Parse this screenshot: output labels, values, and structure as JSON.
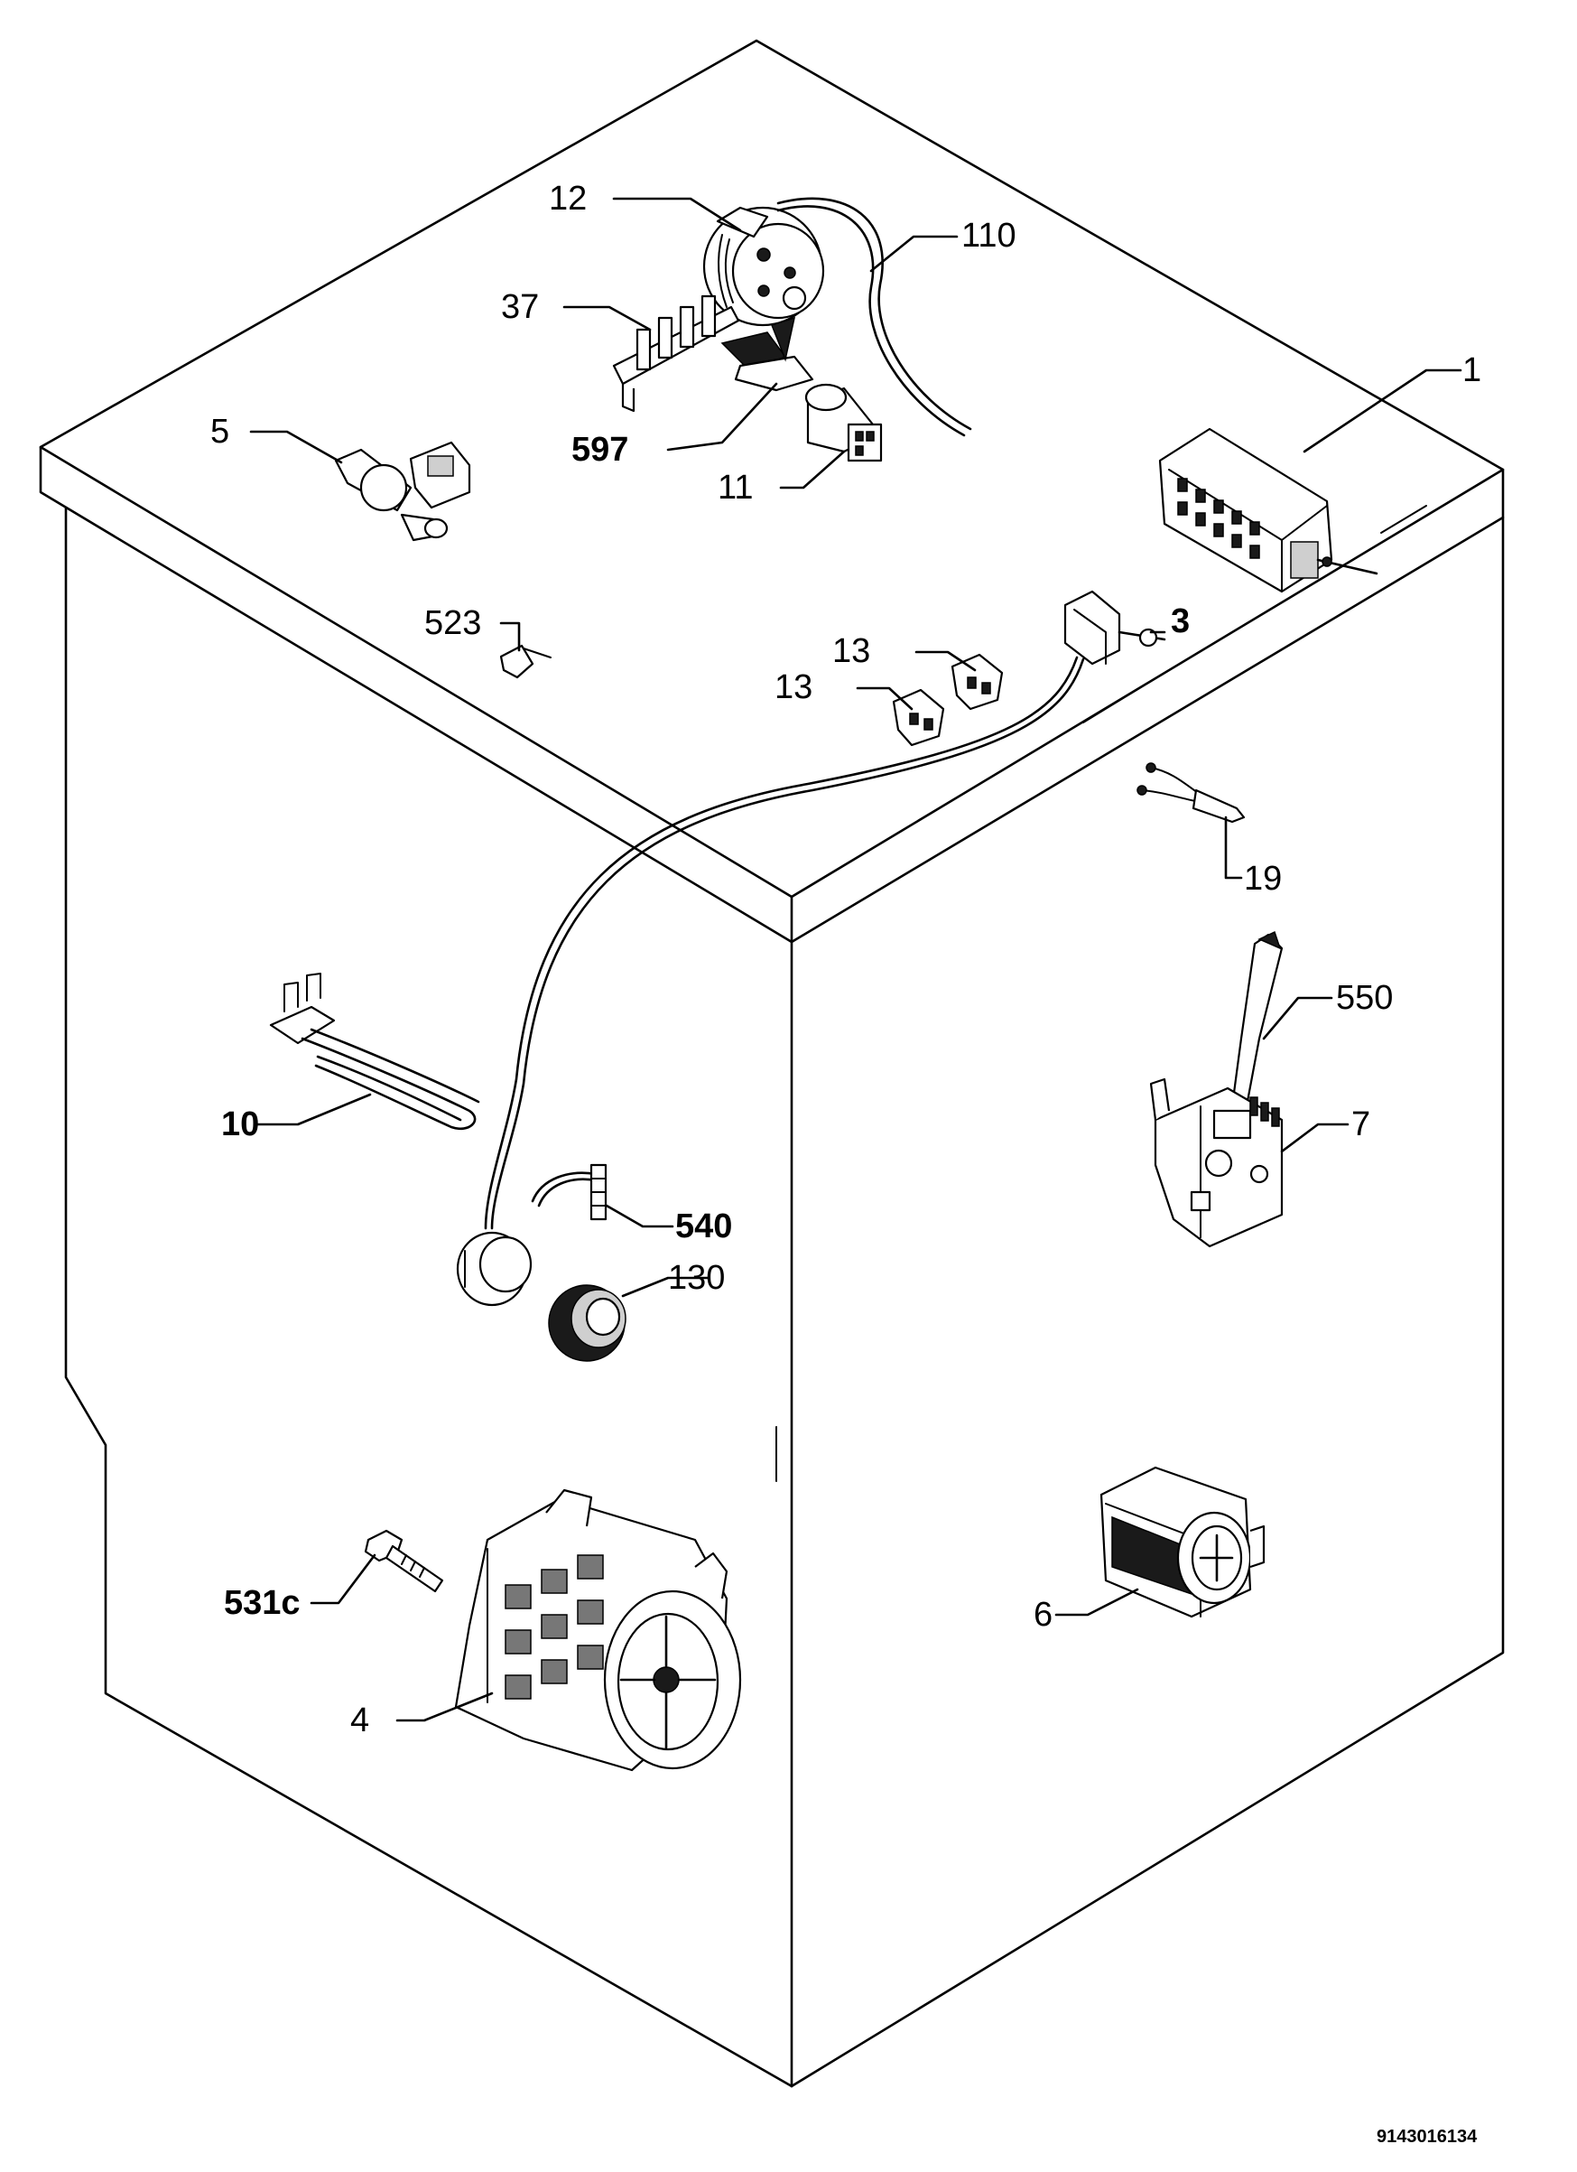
{
  "diagram": {
    "document_number": "9143016134",
    "colors": {
      "line": "#000000",
      "background": "#ffffff"
    },
    "callouts": [
      {
        "id": "c-12",
        "label": "12",
        "bold": false
      },
      {
        "id": "c-110",
        "label": "110",
        "bold": false
      },
      {
        "id": "c-37",
        "label": "37",
        "bold": false
      },
      {
        "id": "c-1",
        "label": "1",
        "bold": false
      },
      {
        "id": "c-5",
        "label": "5",
        "bold": false
      },
      {
        "id": "c-597",
        "label": "597",
        "bold": true
      },
      {
        "id": "c-11",
        "label": "11",
        "bold": false
      },
      {
        "id": "c-523",
        "label": "523",
        "bold": false
      },
      {
        "id": "c-3",
        "label": "3",
        "bold": true
      },
      {
        "id": "c-13a",
        "label": "13",
        "bold": false
      },
      {
        "id": "c-13b",
        "label": "13",
        "bold": false
      },
      {
        "id": "c-19",
        "label": "19",
        "bold": false
      },
      {
        "id": "c-550",
        "label": "550",
        "bold": false
      },
      {
        "id": "c-10",
        "label": "10",
        "bold": true
      },
      {
        "id": "c-7",
        "label": "7",
        "bold": false
      },
      {
        "id": "c-540",
        "label": "540",
        "bold": true
      },
      {
        "id": "c-130",
        "label": "130",
        "bold": false
      },
      {
        "id": "c-531c",
        "label": "531c",
        "bold": true
      },
      {
        "id": "c-6",
        "label": "6",
        "bold": false
      },
      {
        "id": "c-4",
        "label": "4",
        "bold": false
      }
    ]
  }
}
